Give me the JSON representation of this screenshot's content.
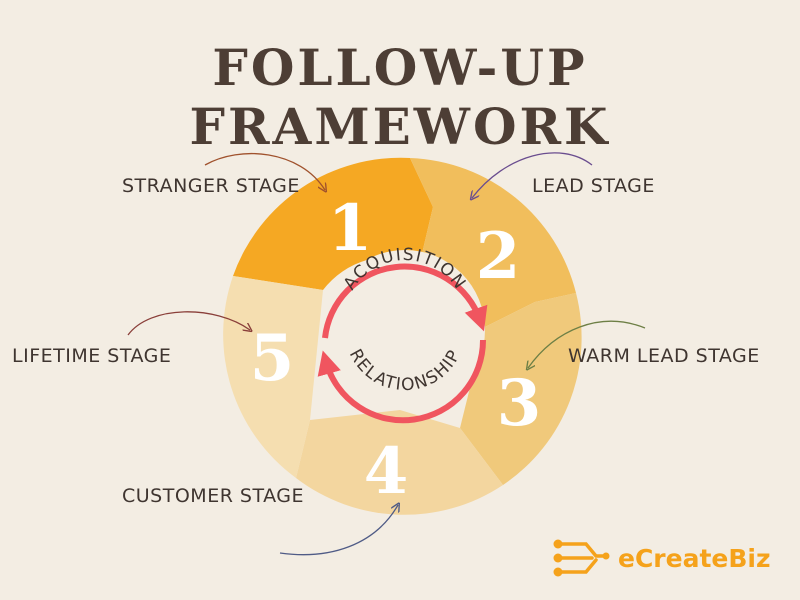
{
  "title": "FOLLOW-UP FRAMEWORK",
  "stages": [
    {
      "number": "1",
      "label": "STRANGER STAGE",
      "color": "#f5a823"
    },
    {
      "number": "2",
      "label": "LEAD STAGE",
      "color": "#f1be5c"
    },
    {
      "number": "3",
      "label": "WARM LEAD STAGE",
      "color": "#f0c97b"
    },
    {
      "number": "4",
      "label": "CUSTOMER STAGE",
      "color": "#f3d69f"
    },
    {
      "number": "5",
      "label": "LIFETIME STAGE",
      "color": "#f5deb0"
    }
  ],
  "cycle": {
    "top": "ACQUISITION",
    "bottom": "RELATIONSHIP",
    "color": "#f0555f"
  },
  "brand": {
    "name": "eCreateBiz",
    "color": "#f5a21b"
  }
}
